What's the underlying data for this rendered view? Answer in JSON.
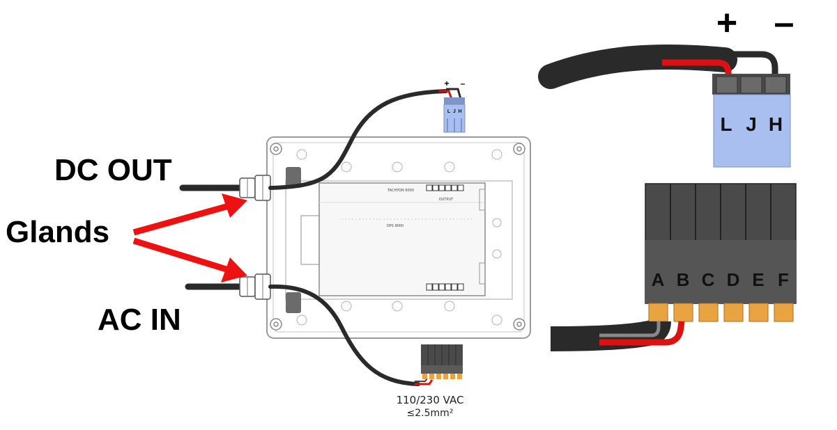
{
  "labels": {
    "dc_out": "DC OUT",
    "glands": "Glands",
    "ac_in": "AC IN"
  },
  "dc_connector": {
    "plus": "+",
    "minus": "–",
    "pins": [
      "L",
      "J",
      "H"
    ]
  },
  "ac_connector": {
    "pins": [
      "A",
      "B",
      "C",
      "D",
      "E",
      "F"
    ],
    "spec_line1": "110/230 VAC",
    "spec_line2": "≤2.5mm²"
  },
  "board": {
    "marking_top": "TACHYON 9000",
    "marking_output": "OUTPUT",
    "marking_mid": "DPS 9000"
  },
  "colors": {
    "arrow": "#ee1111",
    "cable": "#2a2a2a",
    "red_wire": "#dd1111",
    "dc_body": "#a9bff0",
    "ac_body": "#4a4a4a",
    "ac_pins": "#e8a440"
  }
}
